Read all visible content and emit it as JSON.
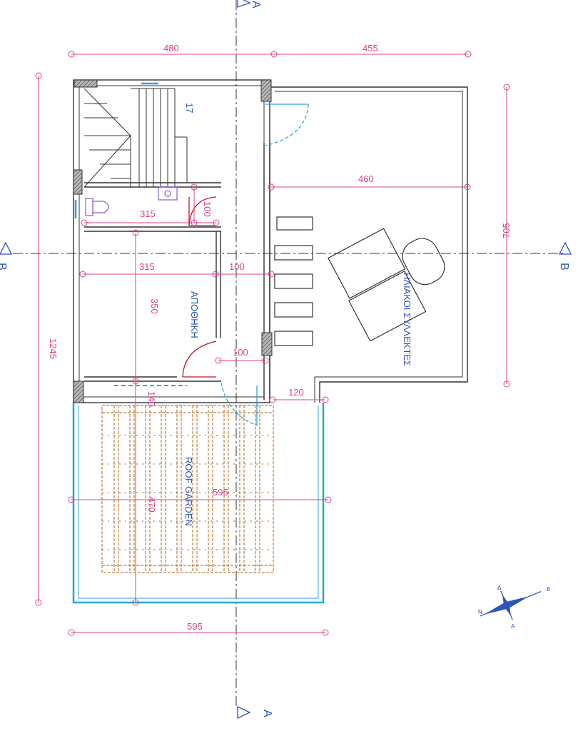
{
  "plan": {
    "dims": {
      "top_left": "480",
      "top_right": "455",
      "left_total": "1245",
      "right_height": "705",
      "terrace_width": "460",
      "wc_width": "315",
      "wc_door": "100",
      "store_width": "315",
      "store_height": "350",
      "corridor_width": "100",
      "door_width": "100",
      "step": "120",
      "small": "140",
      "garden_width": "595",
      "garden_height": "470",
      "bottom": "595",
      "stair_no": "17"
    },
    "rooms": {
      "storage": "ΑΠΟΘΗΚΗ",
      "solar": "ΗΛΙΑΚΟΙ ΣΥΛΛΕΚΤΕΣ",
      "roof_garden": "ROOF GARDEN"
    },
    "sections": {
      "a_top": "A",
      "a_bottom": "A",
      "b_left": "B",
      "b_right": "B"
    },
    "compass": {
      "n": "N",
      "a": "A",
      "b": "B",
      "d": "Δ"
    }
  },
  "colors": {
    "dimension": "#e0408a",
    "label": "#2a55b8",
    "glass": "#2aa3d8",
    "door": "#c8102e",
    "pergola": "#b5651d",
    "wall": "#333333"
  }
}
